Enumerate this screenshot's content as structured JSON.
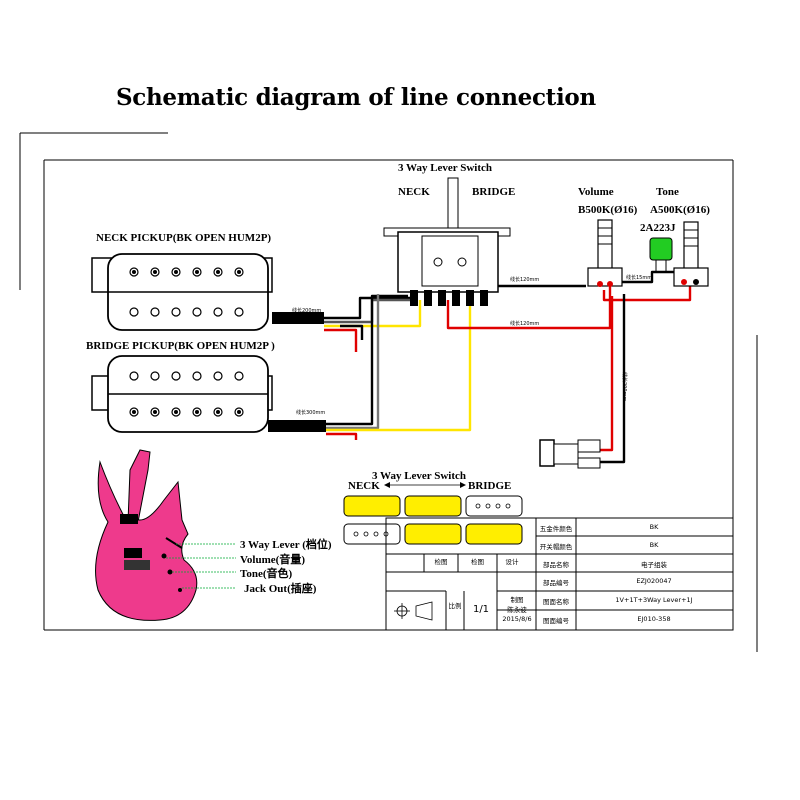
{
  "title": "Schematic diagram of line connection",
  "switch": {
    "title": "3 Way Lever Switch",
    "neck": "NECK",
    "bridge": "BRIDGE"
  },
  "neck_pickup": {
    "label": "NECK PICKUP(BK OPEN HUM2P)",
    "lead_note": "线长200mm"
  },
  "bridge_pickup": {
    "label": "BRIDGE PICKUP(BK OPEN HUM2P )",
    "lead_note": "线长300mm"
  },
  "volume": {
    "title": "Volume",
    "value": "B500K(Ø16)"
  },
  "tone": {
    "title": "Tone",
    "value": "A500K(Ø16)"
  },
  "capacitor": {
    "label": "2A223J",
    "color": "#22cc22"
  },
  "wire_notes": {
    "switch_to_pot": "线长120mm",
    "red_wire": "线长120mm",
    "pot_to_tone": "线长15mm",
    "jack_wire": "线长200mm"
  },
  "positions": {
    "title": "3 Way Lever Switch",
    "neck": "NECK",
    "bridge": "BRIDGE",
    "active_color": "#ffee00"
  },
  "guitar": {
    "color": "#ee3a8c",
    "callouts": [
      "3 Way Lever (档位)",
      "Volume(音量)",
      "Tone(音色)",
      "Jack Out(插座)"
    ]
  },
  "title_block": {
    "spec_rows": [
      {
        "label": "五金件颜色",
        "value": "BK"
      },
      {
        "label": "开关帽颜色",
        "value": "BK"
      },
      {
        "label": "部品名称",
        "value": "电子组装"
      },
      {
        "label": "部品编号",
        "value": "EZJ020047"
      },
      {
        "label": "图面名称",
        "value": "1V+1T+3Way Lever+1J"
      },
      {
        "label": "图面编号",
        "value": "EJ010-358"
      }
    ],
    "check1": "检图",
    "check2": "检图",
    "design": "设计",
    "scale_label": "比例",
    "scale_value": "1/1",
    "draw": "制图",
    "drawer": "陈永波",
    "date": "2015/8/6"
  }
}
